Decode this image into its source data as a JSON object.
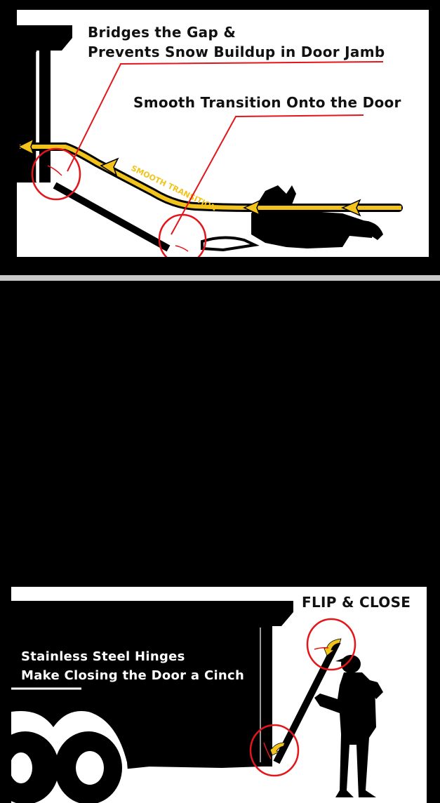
{
  "colors": {
    "frame": "#000000",
    "scene_background": "#ffffff",
    "divider": "#c8c8c8",
    "callout_red": "#e3161b",
    "arrow_yellow": "#f2c31a",
    "silhouette": "#000000"
  },
  "top_panel": {
    "caption_bridges": {
      "line1": "Bridges the Gap &",
      "line2": "Prevents Snow Buildup in Door Jamb"
    },
    "caption_smooth": "Smooth Transition Onto the Door",
    "arrow_label": "SMOOTH TRANSITION",
    "icons": [
      "trailer-silhouette-icon",
      "ramp-door-icon",
      "snowmobile-silhouette-icon",
      "direction-arrow-icon",
      "callout-circle-icon"
    ]
  },
  "bottom_panel": {
    "caption_flip": "FLIP & CLOSE",
    "caption_hinges": {
      "line1": "Stainless Steel Hinges",
      "line2": "Make Closing the Door a Cinch"
    },
    "icons": [
      "trailer-silhouette-icon",
      "trailer-wheels-icon",
      "person-silhouette-icon",
      "ramp-door-icon",
      "flip-arrow-icon",
      "callout-circle-icon"
    ]
  }
}
